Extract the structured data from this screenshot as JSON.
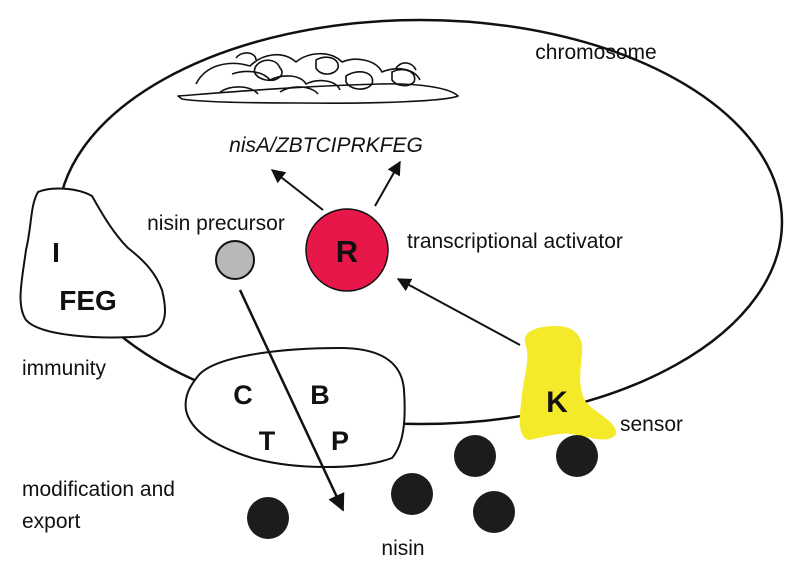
{
  "labels": {
    "chromosome": "chromosome",
    "gene_cluster": "nisA/ZBTCIPRKFEG",
    "nisin_precursor": "nisin precursor",
    "transcriptional_activator": "transcriptional activator",
    "immunity": "immunity",
    "sensor": "sensor",
    "modification_and_export_line1": "modification and",
    "modification_and_export_line2": "export",
    "nisin": "nisin"
  },
  "protein_letters": {
    "regulator": "R",
    "sensor_kinase": "K",
    "immunity_I": "I",
    "immunity_FEG": "FEG",
    "complex_C": "C",
    "complex_B": "B",
    "complex_T": "T",
    "complex_P": "P"
  },
  "colors": {
    "regulator_fill": "#e8174a",
    "sensor_fill": "#f4ea2a",
    "precursor_fill": "#b8b8b8",
    "nisin_fill": "#1c1c1c",
    "outline": "#111111"
  }
}
